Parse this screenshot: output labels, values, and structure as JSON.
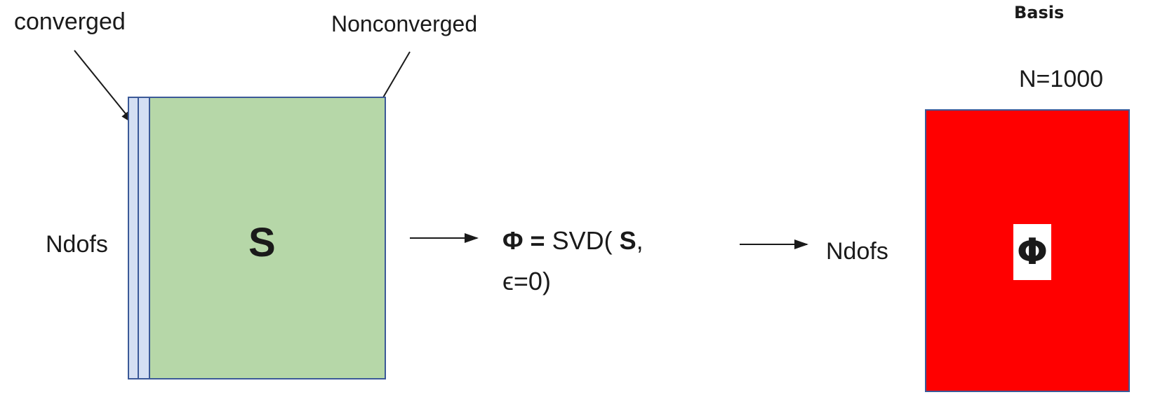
{
  "labels": {
    "converged": "converged",
    "nonconverged": "Nonconverged",
    "ndofs_left": "Ndofs",
    "ndofs_right": "Ndofs",
    "basis_title": "Basis",
    "basis_size": "N=1000"
  },
  "matrices": {
    "snapshot_symbol": "S",
    "basis_symbol": "Φ"
  },
  "equation": {
    "lhs": "Φ =",
    "func": "SVD(",
    "arg": "S",
    "comma": ",",
    "tolerance": "ϵ=0)"
  },
  "colors": {
    "converged_strip": "#d4dff3",
    "snapshot_matrix": "#b6d7a8",
    "basis_matrix": "#ff0000",
    "border": "#3b5998",
    "arrow": "#1a1a1a"
  }
}
